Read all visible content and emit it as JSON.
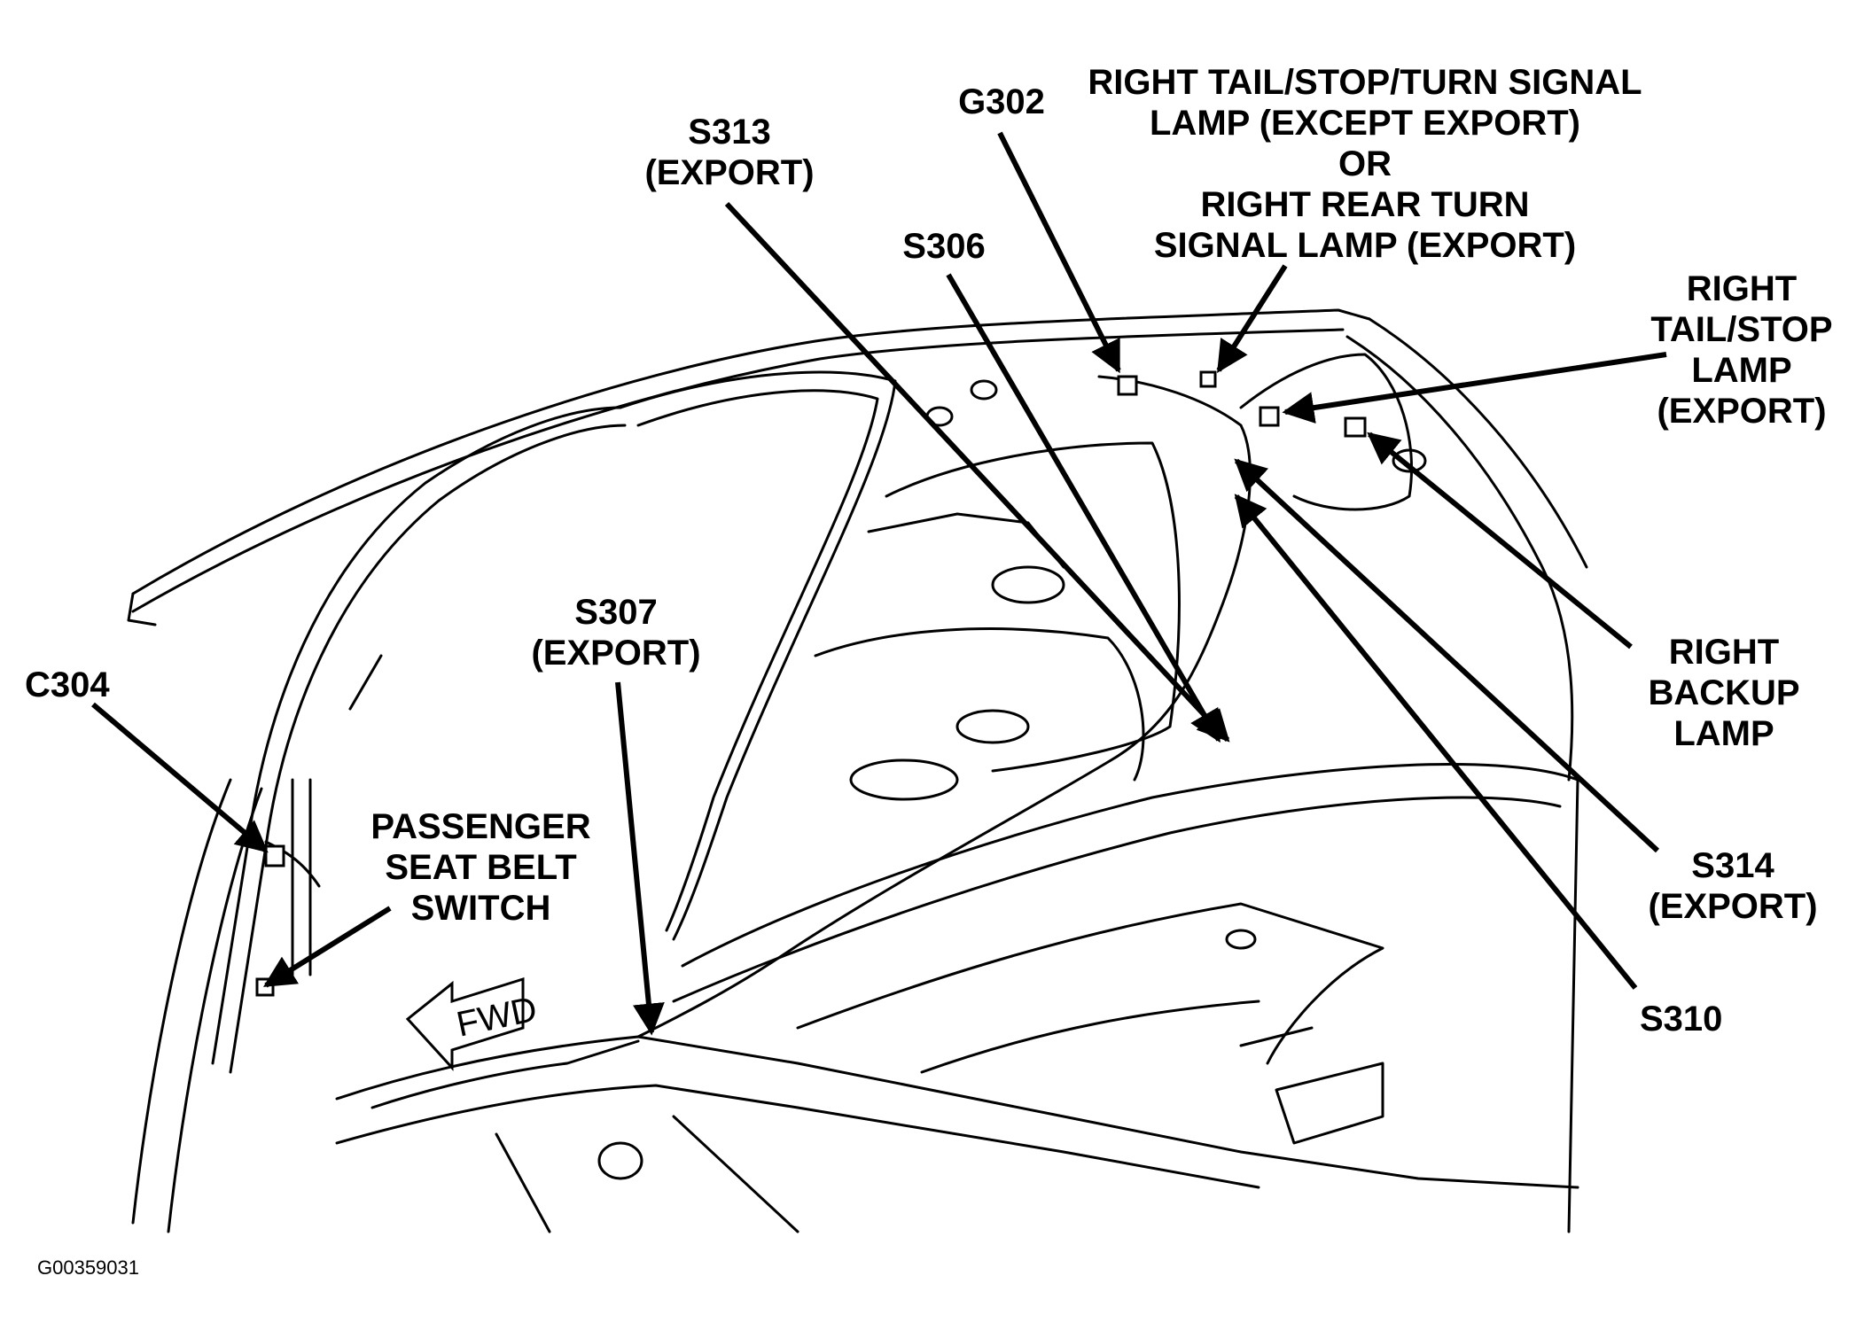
{
  "labels": {
    "s313": [
      "S313",
      "(EXPORT)"
    ],
    "g302": [
      "G302"
    ],
    "right_tail_turn": [
      "RIGHT TAIL/STOP/TURN SIGNAL",
      "LAMP (EXCEPT EXPORT)",
      "OR",
      "RIGHT REAR TURN",
      "SIGNAL LAMP (EXPORT)"
    ],
    "s306": [
      "S306"
    ],
    "right_tail_stop": [
      "RIGHT",
      "TAIL/STOP",
      "LAMP",
      "(EXPORT)"
    ],
    "c304": [
      "C304"
    ],
    "s307": [
      "S307",
      "(EXPORT)"
    ],
    "passenger_seat_belt": [
      "PASSENGER",
      "SEAT BELT",
      "SWITCH"
    ],
    "right_backup": [
      "RIGHT",
      "BACKUP",
      "LAMP"
    ],
    "s314": [
      "S314",
      "(EXPORT)"
    ],
    "s310": [
      "S310"
    ]
  },
  "fwd_marker": "FWD",
  "figure_id": "G00359031"
}
